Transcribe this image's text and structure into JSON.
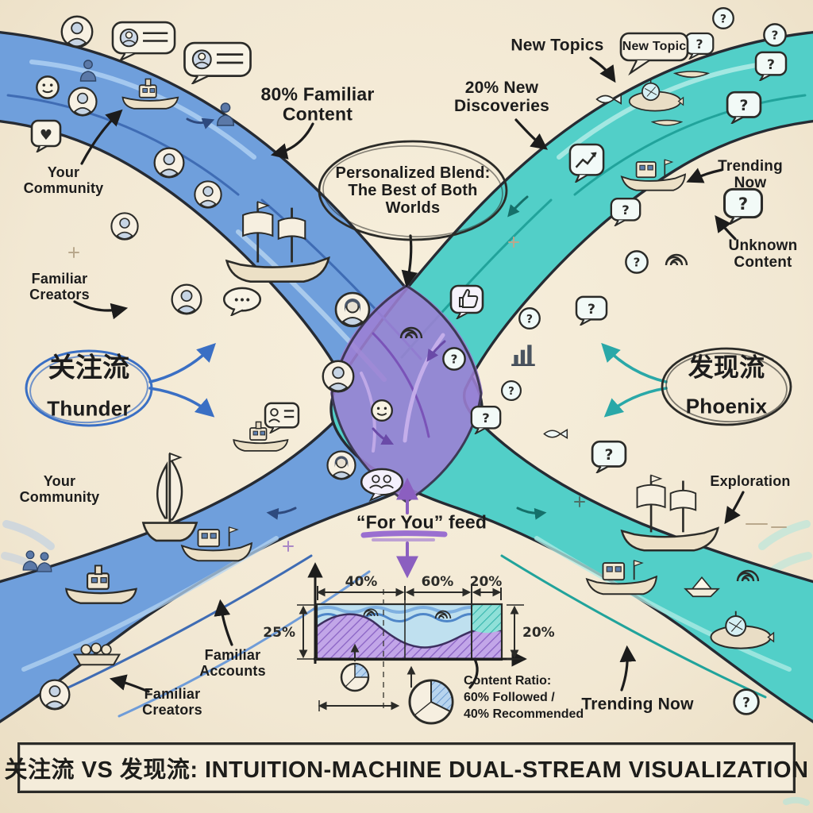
{
  "banner": {
    "title": "关注流 VS 发现流: INTUITION-MACHINE DUAL-STREAM VISUALIZATION"
  },
  "streams": {
    "follow": {
      "oval_cn": "关注流",
      "oval_en": "Thunder",
      "color": "#4a7fd4",
      "labels": {
        "your_community_top": "Your\nCommunity",
        "familiar_content": "80% Familiar\nContent",
        "familiar_creators": "Familiar\nCreators",
        "your_community_bottom": "Your\nCommunity",
        "familiar_accounts": "Familiar\nAccounts",
        "familiar_creators_bottom": "Familiar\nCreators"
      }
    },
    "discovery": {
      "oval_cn": "发现流",
      "oval_en": "Phoenix",
      "color": "#3ac8c0",
      "labels": {
        "new_topics": "New Topics",
        "new_topic_bubble": "New Topic",
        "new_discoveries": "20% New\nDiscoveries",
        "trending_now_top": "Trending\nNow",
        "unknown_content": "Unknown\nContent",
        "exploration": "Exploration",
        "trending_now_bottom": "Trending Now"
      }
    }
  },
  "blend": {
    "oval_text": "Personalized Blend:\nThe Best of Both\nWorlds",
    "feed_label": "“For You” feed",
    "color": "#9b7ed0"
  },
  "chart": {
    "type": "area",
    "segments_top": [
      "40%",
      "60%",
      "20%"
    ],
    "left_dim": "25%",
    "right_dim": "20%",
    "content_ratio": "Content Ratio:\n60% Followed /\n40% Recommended"
  },
  "icons": {
    "question_glyph": "?",
    "heart_glyph": "♥",
    "dots_glyph": "•••"
  }
}
